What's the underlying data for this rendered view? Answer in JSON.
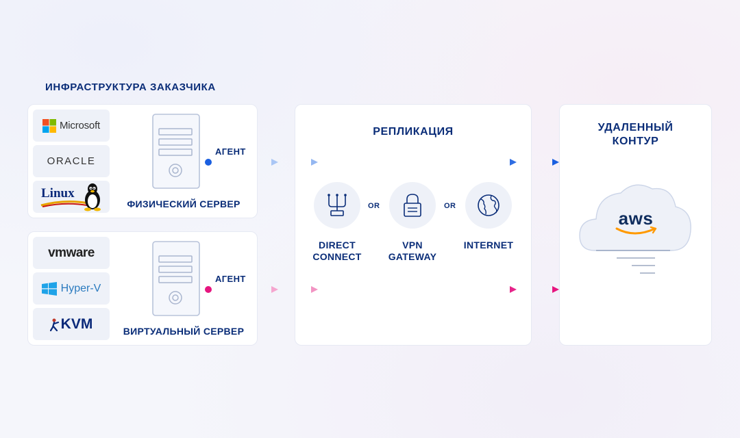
{
  "customer": {
    "title": "ИНФРАСТРУКТУРА ЗАКАЗЧИКА",
    "physical": {
      "logos": [
        "Microsoft",
        "ORACLE",
        "Linux"
      ],
      "agent_label": "АГЕНТ",
      "server_label": "ФИЗИЧЕСКИЙ СЕРВЕР"
    },
    "virtual": {
      "logos": [
        "vmware",
        "Hyper-V",
        "KVM"
      ],
      "agent_label": "АГЕНТ",
      "server_label": "ВИРТУАЛЬНЫЙ СЕРВЕР"
    }
  },
  "replication": {
    "title": "РЕПЛИКАЦИЯ",
    "options": [
      {
        "line1": "DIRECT",
        "line2": "CONNECT",
        "icon": "direct-connect-icon"
      },
      {
        "line1": "VPN",
        "line2": "GATEWAY",
        "icon": "lock-icon"
      },
      {
        "line1": "INTERNET",
        "line2": "",
        "icon": "globe-icon"
      }
    ],
    "separators": [
      "OR",
      "OR"
    ]
  },
  "remote": {
    "title_line1": "УДАЛЕННЫЙ",
    "title_line2": "КОНТУР",
    "cloud_label": "aws"
  },
  "colors": {
    "navy": "#0a2d78",
    "blue_flow": "#1a5fe0",
    "pink_flow": "#e6157f",
    "tile_bg": "#eef1f8"
  }
}
